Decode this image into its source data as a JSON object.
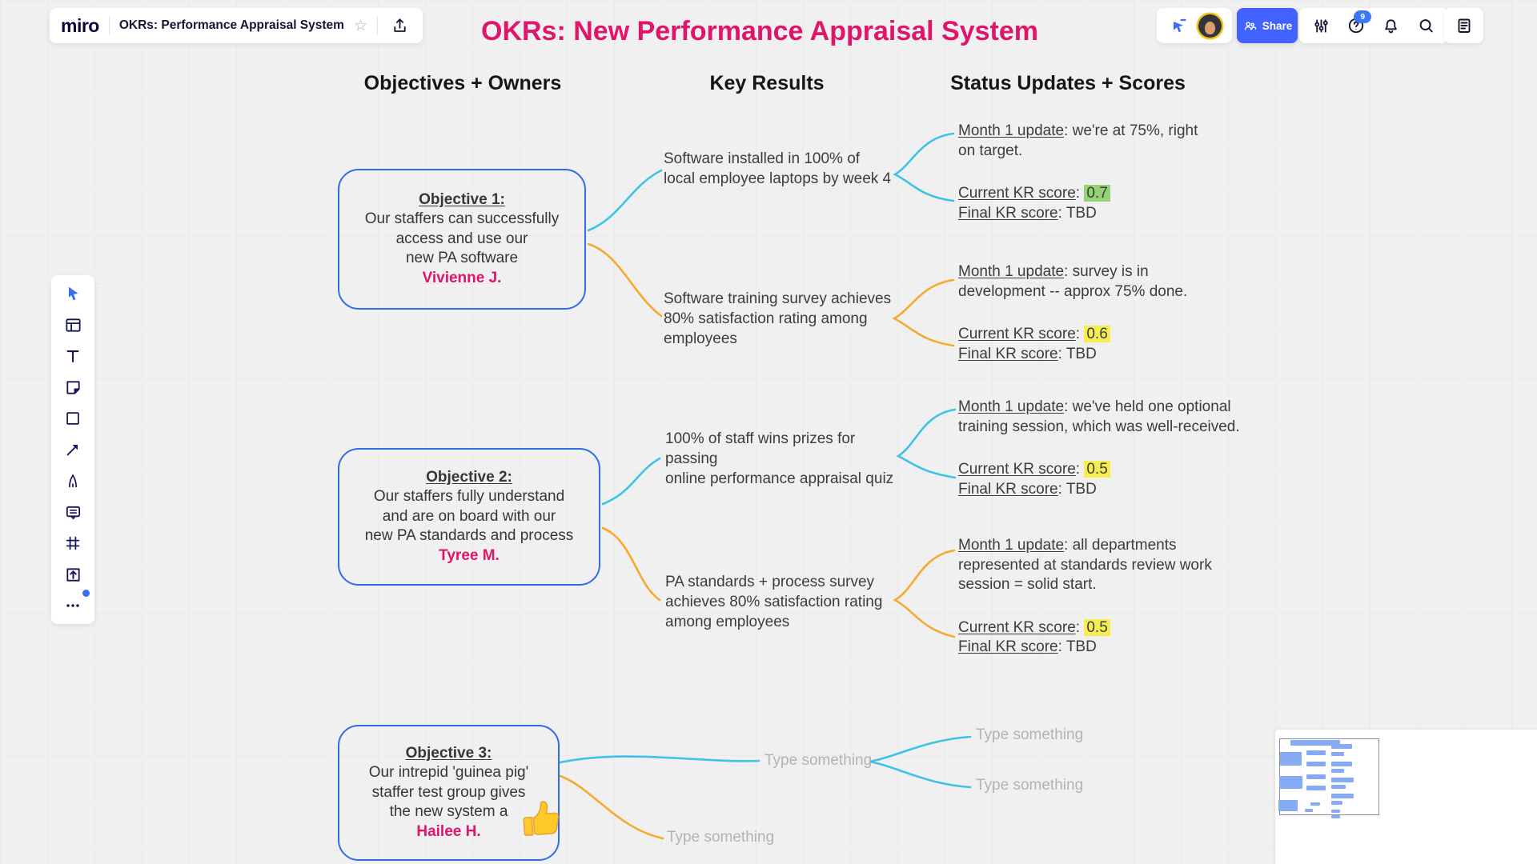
{
  "header": {
    "logo": "miro",
    "board_title": "OKRs: Performance Appraisal System",
    "collaboration": {
      "share_label": "Share",
      "help_badge": "9"
    },
    "icon_names": [
      "star-icon",
      "export-icon",
      "follow-cursor-icon",
      "avatar",
      "share-people-icon",
      "adjustments-icon",
      "help-icon",
      "bell-icon",
      "search-icon",
      "notes-icon"
    ]
  },
  "toolbar_icon_names": [
    "select",
    "templates",
    "text",
    "sticky-note",
    "shapes",
    "connection-line",
    "pen",
    "comment",
    "frame",
    "upload",
    "more"
  ],
  "canvas": {
    "title": "OKRs: New Performance Appraisal System",
    "columns": [
      "Objectives + Owners",
      "Key Results",
      "Status Updates + Scores"
    ],
    "sep": ": "
  },
  "objectives": [
    {
      "heading": "Objective 1:",
      "body": "Our staffers can successfully\naccess and use our\nnew PA software",
      "owner": "Vivienne J."
    },
    {
      "heading": "Objective 2:",
      "body": "Our staffers fully understand\nand are on board with our\nnew PA standards and process",
      "owner": "Tyree M."
    },
    {
      "heading": "Objective 3:",
      "body": "Our intrepid 'guinea pig'\nstaffer test group gives\nthe new system a",
      "owner": "Hailee H."
    }
  ],
  "key_results": [
    "Software installed in 100% of\nlocal employee laptops by week 4",
    "Software training survey achieves\n80% satisfaction rating among\nemployees",
    "100% of staff wins prizes for\npassing\nonline performance appraisal quiz",
    "PA standards + process survey\nachieves 80% satisfaction rating\namong employees"
  ],
  "status_updates": [
    {
      "month_label": "Month 1 update",
      "month_rest": ": we're at 75%, right\non target.",
      "current_label": "Current KR score",
      "current_value": "0.7",
      "current_highlight": "#93d275",
      "final_label": "Final KR score",
      "final_value": "TBD"
    },
    {
      "month_label": "Month 1 update",
      "month_rest": ": survey is in\ndevelopment -- approx 75% done.",
      "current_label": "Current KR score",
      "current_value": "0.6",
      "current_highlight": "#f6ee50",
      "final_label": "Final KR score",
      "final_value": "TBD"
    },
    {
      "month_label": "Month 1 update",
      "month_rest": ": we've held one optional\ntraining session, which was well-received.",
      "current_label": "Current KR score",
      "current_value": "0.5",
      "current_highlight": "#f6ee50",
      "final_label": "Final KR score",
      "final_value": "TBD"
    },
    {
      "month_label": "Month 1 update",
      "month_rest": ": all departments\nrepresented at standards review work\nsession = solid start.",
      "current_label": "Current KR score",
      "current_value": "0.5",
      "current_highlight": "#f6ee50",
      "final_label": "Final KR score",
      "final_value": "TBD"
    }
  ],
  "placeholders": [
    "Type something",
    "Type something",
    "Type something",
    "Type something"
  ],
  "colors": {
    "title_pink": "#e1146c",
    "objective_border_blue": "#2f6ce8",
    "connector_cyan": "#3cc3e6",
    "connector_orange": "#f6aa2d",
    "highlight_green": "#93d275",
    "highlight_yellow": "#f6ee50",
    "share_button_blue": "#4262ff",
    "badge_blue": "#3b77f6"
  }
}
